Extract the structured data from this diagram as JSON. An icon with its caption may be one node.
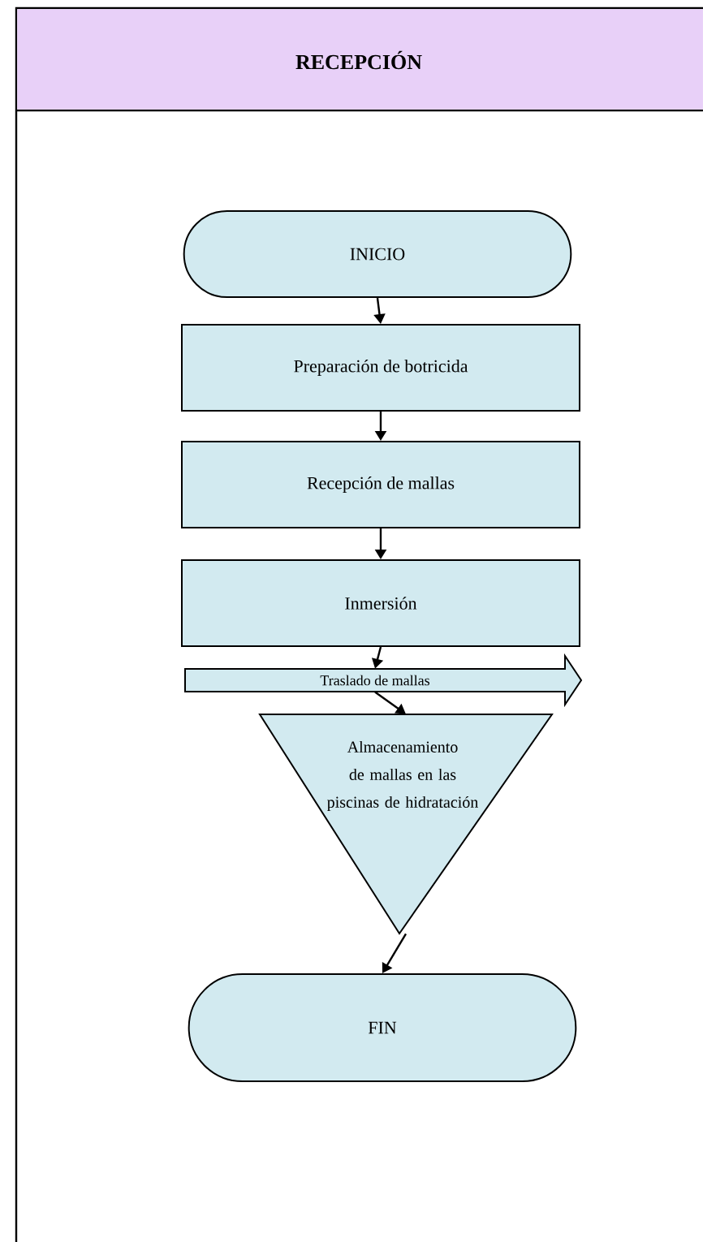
{
  "diagram": {
    "title": "RECEPCIÓN",
    "nodes": [
      {
        "text": [
          "INICIO"
        ]
      },
      {
        "text": [
          "Preparación de botricida"
        ]
      },
      {
        "text": [
          "Recepción de mallas"
        ]
      },
      {
        "text": [
          "Inmersión"
        ]
      },
      {
        "text": [
          "Traslado de mallas"
        ]
      },
      {
        "text": [
          "Almacenamiento de mallas en las piscinas de hidratación"
        ]
      },
      {
        "text": [
          "FIN"
        ]
      }
    ],
    "edges": [
      {
        "from": 0,
        "to": 1,
        "arrow": "to"
      },
      {
        "from": 1,
        "to": 2,
        "arrow": "to"
      },
      {
        "from": 2,
        "to": 3,
        "arrow": "to"
      },
      {
        "from": 3,
        "to": 4,
        "arrow": "to"
      },
      {
        "from": 4,
        "to": 5,
        "arrow": "to"
      },
      {
        "from": 5,
        "to": 6,
        "arrow": "to"
      }
    ]
  }
}
